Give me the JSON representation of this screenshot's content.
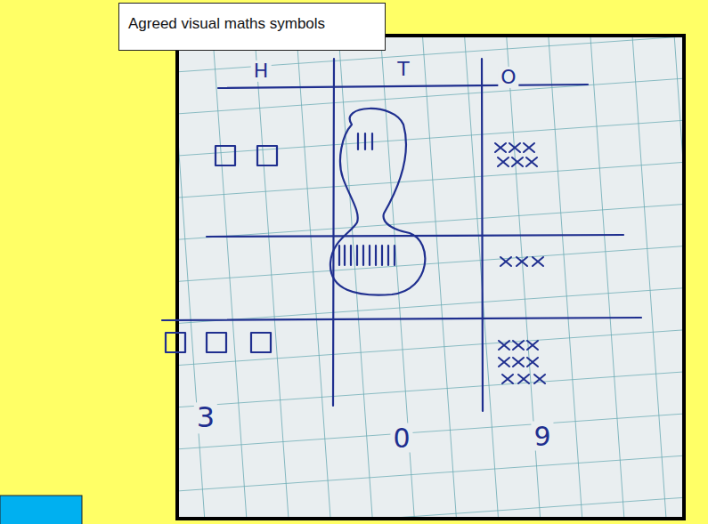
{
  "diagram": {
    "nodes": [
      {
        "text": [
          "Agreed visual maths symbols"
        ]
      }
    ],
    "labels": [
      "H",
      "T",
      "O",
      "3",
      "0",
      "9"
    ]
  }
}
